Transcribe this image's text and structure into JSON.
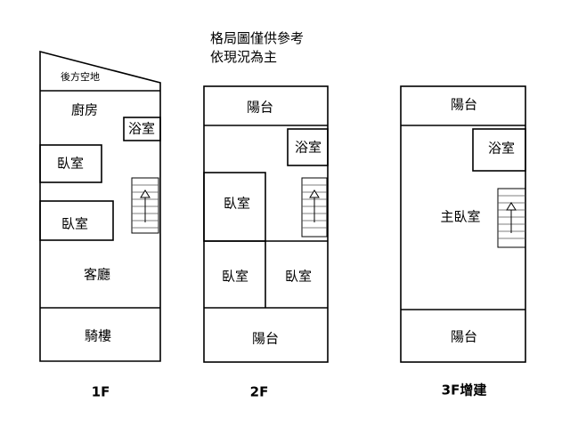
{
  "note": {
    "line1": "格局圖僅供參考",
    "line2": "依現況為主"
  },
  "floor1": {
    "label": "1F",
    "rooms": {
      "yard": "後方空地",
      "kitchen": "廚房",
      "bath": "浴室",
      "bedroom_a": "臥室",
      "bedroom_b": "臥室",
      "living": "客廳",
      "arcade": "騎樓"
    }
  },
  "floor2": {
    "label": "2F",
    "rooms": {
      "balcony_top": "陽台",
      "bath": "浴室",
      "bedroom_a": "臥室",
      "bedroom_b": "臥室",
      "bedroom_c": "臥室",
      "balcony_bottom": "陽台"
    }
  },
  "floor3": {
    "label": "3F增建",
    "rooms": {
      "balcony_top": "陽台",
      "bath": "浴室",
      "master": "主臥室",
      "balcony_bottom": "陽台"
    }
  }
}
